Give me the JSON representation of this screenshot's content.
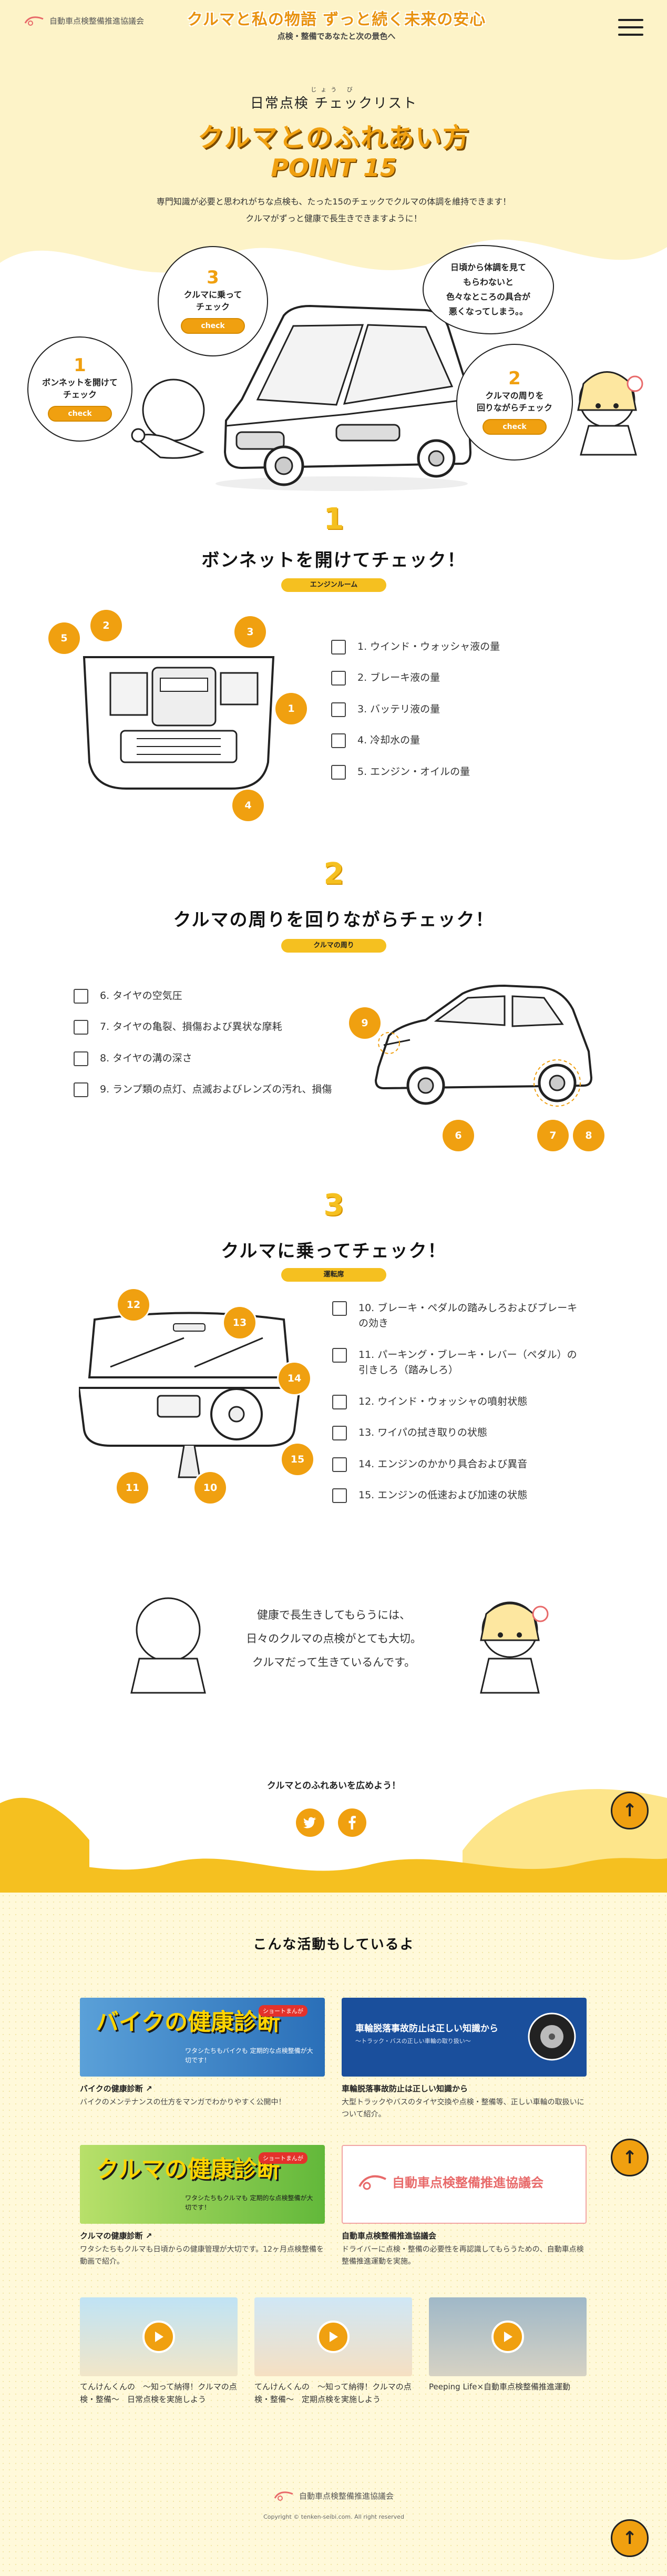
{
  "header": {
    "logo_text": "自動車点検整備推進協議会",
    "title": "クルマと私の物語 ずっと続く未来の安心",
    "subtitle": "点検・整備であなたと次の景色へ",
    "menu_icon": "hamburger-icon"
  },
  "hero": {
    "check_ruby": "じょう び",
    "check_label": "日常点検 チェックリスト",
    "title": "クルマとのふれあい方",
    "point_label": "POINT 15",
    "intro_lines": [
      "専門知識が必要と思われがちな点検も、たった15のチェックでクルマの体調を維持できます！",
      "クルマがずっと健康で長生きできますように！"
    ],
    "thought_lines": [
      "日頃から体調を見て",
      "もらわないと",
      "色々なところの具合が",
      "悪くなってしまう。。"
    ],
    "bubbles": [
      {
        "num": "1",
        "lines": [
          "ボンネットを開けて",
          "チェック"
        ],
        "button": "check"
      },
      {
        "num": "2",
        "lines": [
          "クルマの周りを",
          "回りながらチェック"
        ],
        "button": "check"
      },
      {
        "num": "3",
        "lines": [
          "クルマに乗って",
          "チェック"
        ],
        "button": "check"
      }
    ]
  },
  "sections": [
    {
      "num": "1",
      "title": "ボンネットを開けてチェック！",
      "tag": "エンジンルーム",
      "items": [
        "1. ウインド・ウォッシャ液の量",
        "2. ブレーキ液の量",
        "3. バッテリ液の量",
        "4. 冷却水の量",
        "5. エンジン・オイルの量"
      ],
      "markers": [
        "5",
        "2",
        "3",
        "1",
        "4"
      ]
    },
    {
      "num": "2",
      "title": "クルマの周りを回りながらチェック！",
      "tag": "クルマの周り",
      "items": [
        "6. タイヤの空気圧",
        "7. タイヤの亀裂、損傷および異状な摩耗",
        "8. タイヤの溝の深さ",
        "9. ランプ類の点灯、点滅およびレンズの汚れ、損傷"
      ],
      "markers": [
        "9",
        "6",
        "7",
        "8"
      ]
    },
    {
      "num": "3",
      "title": "クルマに乗ってチェック！",
      "tag": "運転席",
      "items": [
        "10. ブレーキ・ペダルの踏みしろおよびブレーキの効き",
        "11. パーキング・ブレーキ・レバー（ペダル）の引きしろ（踏みしろ）",
        "12. ウインド・ウォッシャの噴射状態",
        "13. ワイパの拭き取りの状態",
        "14. エンジンのかかり具合および異音",
        "15. エンジンの低速および加速の状態"
      ],
      "markers": [
        "12",
        "13",
        "14",
        "15",
        "11",
        "10"
      ]
    }
  ],
  "closing": {
    "lines": [
      "健康で長生きしてもらうには、",
      "日々のクルマの点検がとても大切。",
      "クルマだって生きているんです。"
    ],
    "share_label": "クルマとのふれあいを広めよう！",
    "share_icons": [
      "twitter-icon",
      "facebook-icon"
    ]
  },
  "activities": {
    "title": "こんな活動もしているよ",
    "cards": [
      {
        "banner_title": "バイクの健康診断",
        "banner_badge": "ショートまんが",
        "banner_caption": "ワタシたちもバイクも 定期的な点検整備が大切です！",
        "title": "バイクの健康診断",
        "desc": "バイクのメンテナンスの仕方をマンガでわかりやすく公開中！"
      },
      {
        "banner_title": "車輪脱落事故防止は正しい知識から",
        "banner_caption": "～トラック・バスの正しい車輪の取り扱い～",
        "title": "車輪脱落事故防止は正しい知識から",
        "desc": "大型トラックやバスのタイヤ交換や点検・整備等、正しい車輪の取扱いについて紹介。"
      },
      {
        "banner_title": "クルマの健康診断",
        "banner_badge": "ショートまんが",
        "banner_caption": "ワタシたちもクルマも 定期的な点検整備が大切です！",
        "title": "クルマの健康診断",
        "desc": "ワタシたちもクルマも日頃からの健康管理が大切です。12ヶ月点検整備を動画で紹介。"
      },
      {
        "banner_title": "自動車点検整備推進協議会",
        "title": "自動車点検整備推進協議会",
        "desc": "ドライバーに点検・整備の必要性を再認識してもらうための、自動車点検整備推進運動を実施。"
      }
    ],
    "videos": [
      {
        "caption": "てんけんくんの　〜知って納得！クルマの点検・整備〜　日常点検を実施しよう"
      },
      {
        "caption": "てんけんくんの　〜知って納得！クルマの点検・整備〜　定期点検を実施しよう"
      },
      {
        "caption": "Peeping Life×自動車点検整備推進運動"
      }
    ]
  },
  "footer": {
    "logo_text": "自動車点検整備推進協議会",
    "copyright": "Copyright © tenken-seibi.com. All right reserved"
  },
  "colors": {
    "accent": "#f0a010",
    "yellow": "#f5c020",
    "cream": "#fdf3c8",
    "dark": "#222222",
    "twitter": "#1da1f2",
    "navy": "#1a4f9c"
  }
}
